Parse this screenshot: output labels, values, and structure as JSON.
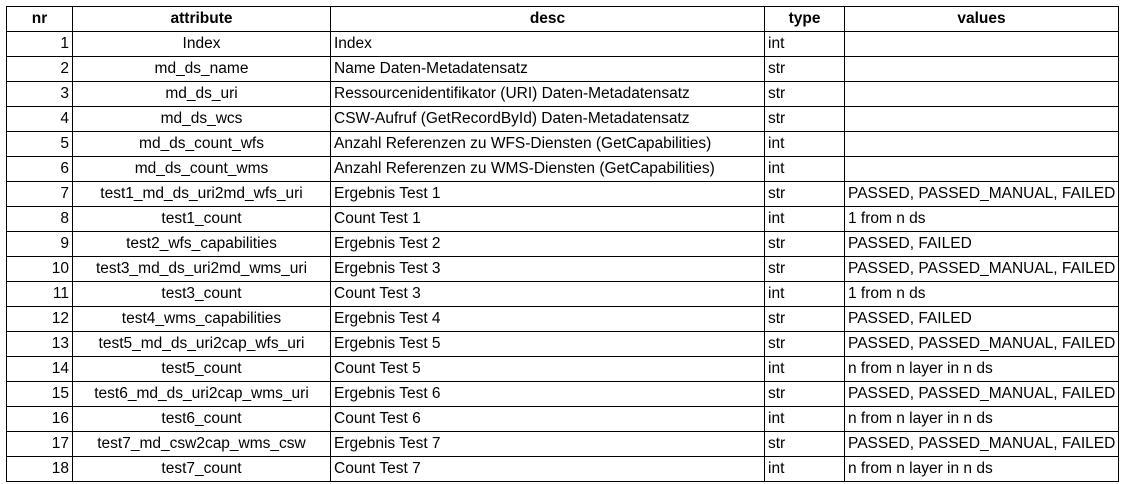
{
  "table": {
    "headers": [
      "nr",
      "attribute",
      "desc",
      "type",
      "values"
    ],
    "rows": [
      {
        "nr": "1",
        "attribute": "Index",
        "desc": "Index",
        "type": "int",
        "values": ""
      },
      {
        "nr": "2",
        "attribute": "md_ds_name",
        "desc": "Name Daten-Metadatensatz",
        "type": "str",
        "values": ""
      },
      {
        "nr": "3",
        "attribute": "md_ds_uri",
        "desc": "Ressourcenidentifikator (URI) Daten-Metadatensatz",
        "type": "str",
        "values": ""
      },
      {
        "nr": "4",
        "attribute": "md_ds_wcs",
        "desc": "CSW-Aufruf (GetRecordById) Daten-Metadatensatz",
        "type": "str",
        "values": ""
      },
      {
        "nr": "5",
        "attribute": "md_ds_count_wfs",
        "desc": "Anzahl Referenzen zu WFS-Diensten (GetCapabilities)",
        "type": "int",
        "values": ""
      },
      {
        "nr": "6",
        "attribute": "md_ds_count_wms",
        "desc": "Anzahl Referenzen zu WMS-Diensten (GetCapabilities)",
        "type": "int",
        "values": ""
      },
      {
        "nr": "7",
        "attribute": "test1_md_ds_uri2md_wfs_uri",
        "desc": "Ergebnis Test 1",
        "type": "str",
        "values": "PASSED, PASSED_MANUAL, FAILED"
      },
      {
        "nr": "8",
        "attribute": "test1_count",
        "desc": "Count Test 1",
        "type": "int",
        "values": "1 from n ds"
      },
      {
        "nr": "9",
        "attribute": "test2_wfs_capabilities",
        "desc": "Ergebnis Test 2",
        "type": "str",
        "values": "PASSED, FAILED"
      },
      {
        "nr": "10",
        "attribute": "test3_md_ds_uri2md_wms_uri",
        "desc": "Ergebnis Test 3",
        "type": "str",
        "values": "PASSED, PASSED_MANUAL, FAILED"
      },
      {
        "nr": "11",
        "attribute": "test3_count",
        "desc": "Count Test 3",
        "type": "int",
        "values": "1 from n ds"
      },
      {
        "nr": "12",
        "attribute": "test4_wms_capabilities",
        "desc": "Ergebnis Test 4",
        "type": "str",
        "values": "PASSED, FAILED"
      },
      {
        "nr": "13",
        "attribute": "test5_md_ds_uri2cap_wfs_uri",
        "desc": "Ergebnis Test 5",
        "type": "str",
        "values": "PASSED, PASSED_MANUAL, FAILED"
      },
      {
        "nr": "14",
        "attribute": "test5_count",
        "desc": "Count Test 5",
        "type": "int",
        "values": "n from n layer in n ds"
      },
      {
        "nr": "15",
        "attribute": "test6_md_ds_uri2cap_wms_uri",
        "desc": "Ergebnis Test 6",
        "type": "str",
        "values": "PASSED, PASSED_MANUAL, FAILED"
      },
      {
        "nr": "16",
        "attribute": "test6_count",
        "desc": "Count Test 6",
        "type": "int",
        "values": "n from n layer in n ds"
      },
      {
        "nr": "17",
        "attribute": "test7_md_csw2cap_wms_csw",
        "desc": "Ergebnis Test 7",
        "type": "str",
        "values": "PASSED, PASSED_MANUAL, FAILED"
      },
      {
        "nr": "18",
        "attribute": "test7_count",
        "desc": "Count Test 7",
        "type": "int",
        "values": "n from n layer in n ds"
      }
    ]
  }
}
